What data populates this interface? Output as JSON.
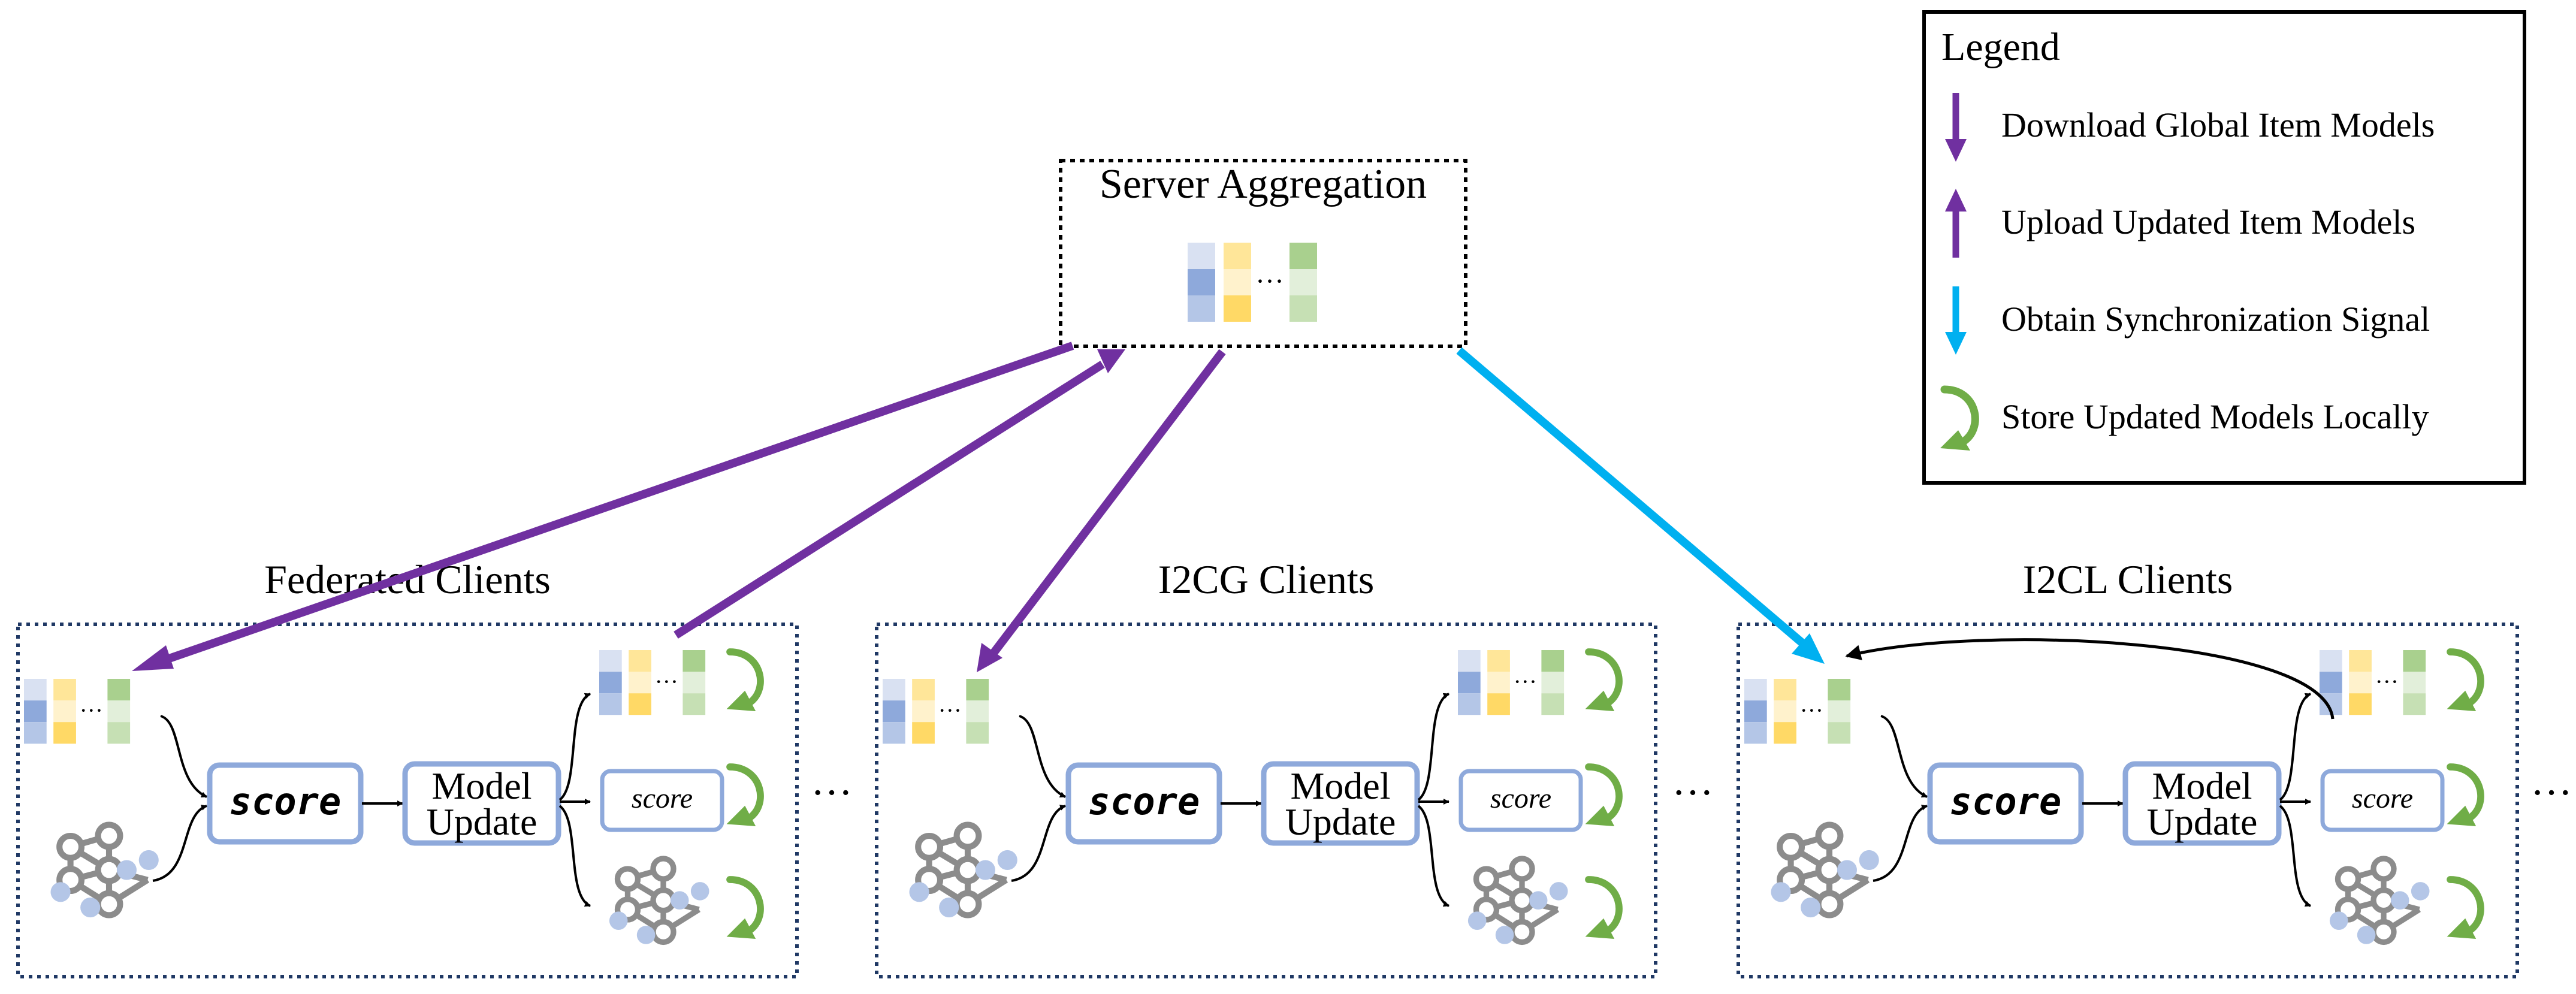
{
  "server": {
    "title": "Server Aggregation",
    "ellipsis": "···"
  },
  "clients": [
    {
      "title": "Federated Clients",
      "score": "score",
      "update_line1": "Model",
      "update_line2": "Update",
      "score_small": "score",
      "ellipsis": "···"
    },
    {
      "title": "I2CG Clients",
      "score": "score",
      "update_line1": "Model",
      "update_line2": "Update",
      "score_small": "score",
      "ellipsis": "···"
    },
    {
      "title": "I2CL Clients",
      "score": "score",
      "update_line1": "Model",
      "update_line2": "Update",
      "score_small": "score",
      "ellipsis": "···"
    }
  ],
  "between_dots": [
    "···",
    "···",
    "···"
  ],
  "legend": {
    "title": "Legend",
    "items": [
      {
        "label": "Download Global Item Models",
        "icon": "purple-down-arrow-icon"
      },
      {
        "label": "Upload Updated Item Models",
        "icon": "purple-up-arrow-icon"
      },
      {
        "label": "Obtain Synchronization Signal",
        "icon": "blue-down-arrow-icon"
      },
      {
        "label": "Store Updated Models Locally",
        "icon": "green-curved-arrow-icon"
      }
    ]
  },
  "colors": {
    "purple": "#7030A0",
    "blue": "#00B0F0",
    "green": "#70AD47",
    "box_border": "#8EA9DB",
    "node_gray": "#8c8c8c",
    "node_blue": "#B4C6E7",
    "emb_blue": [
      "#D9E1F2",
      "#8EA9DB",
      "#B4C6E7"
    ],
    "emb_yellow": [
      "#FFE699",
      "#FFF2CC",
      "#FFD966"
    ],
    "emb_green": [
      "#A9D08E",
      "#E2EFDA",
      "#C6E0B4"
    ],
    "dotted_border": "#1F3864"
  }
}
